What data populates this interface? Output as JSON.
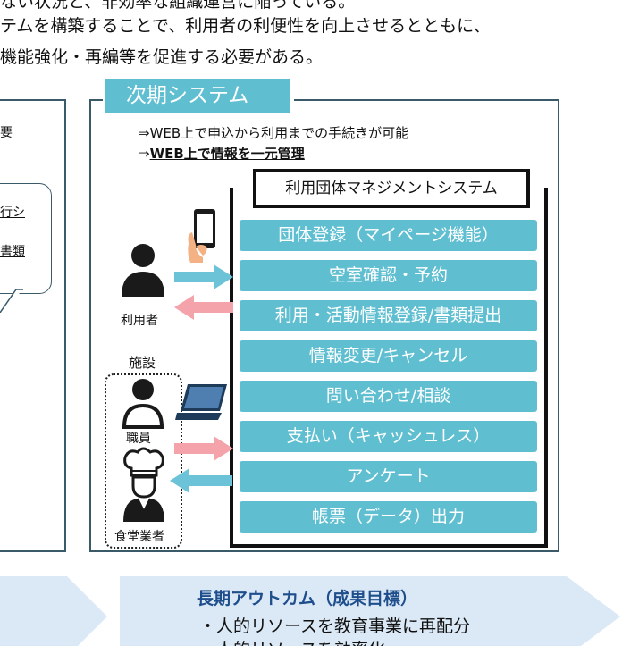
{
  "intro_lines": [
    "ない状況と、非効率な組織運営に陥っている。",
    "テムを構築することで、利用者の利便性を向上させるとともに、",
    "機能強化・再編等を促進する必要がある。"
  ],
  "left_panel": {
    "label": "要",
    "bubble_lines": [
      "行シ",
      "書類"
    ]
  },
  "next_system": {
    "title": "次期システム",
    "features": [
      "⇒WEB上で申込から利用までの手続きが可能",
      {
        "prefix": "⇒",
        "text": "WEB上で情報を一元管理"
      }
    ],
    "system_name": "利用団体マネジメントシステム",
    "items": [
      "団体登録（マイページ機能）",
      "空室確認・予約",
      "利用・活動情報登録/書類提出",
      "情報変更/キャンセル",
      "問い合わせ/相談",
      "支払い（キャッシュレス）",
      "アンケート",
      "帳票（データ）出力"
    ],
    "actors": {
      "user": "利用者",
      "facility": "施設",
      "staff": "職員",
      "cafeteria": "食堂業者"
    },
    "icons": [
      "smartphone-icon",
      "person-icon",
      "laptop-icon",
      "staff-person-icon",
      "chef-icon",
      "arrow-right-icon",
      "arrow-left-icon"
    ]
  },
  "outcome": {
    "title": "長期アウトカム（成果目標）",
    "items": [
      "・人的リソースを教育事業に再配分",
      "・人的リソースを効率化"
    ]
  },
  "colors": {
    "teal": "#5fbfd1",
    "pink_arrow": "#f4a3ab",
    "blue_arrow": "#6cc3d8",
    "outcome_bg": "#dbe9f7",
    "outcome_title": "#1f4e8c",
    "frame": "#3a5a6a"
  }
}
